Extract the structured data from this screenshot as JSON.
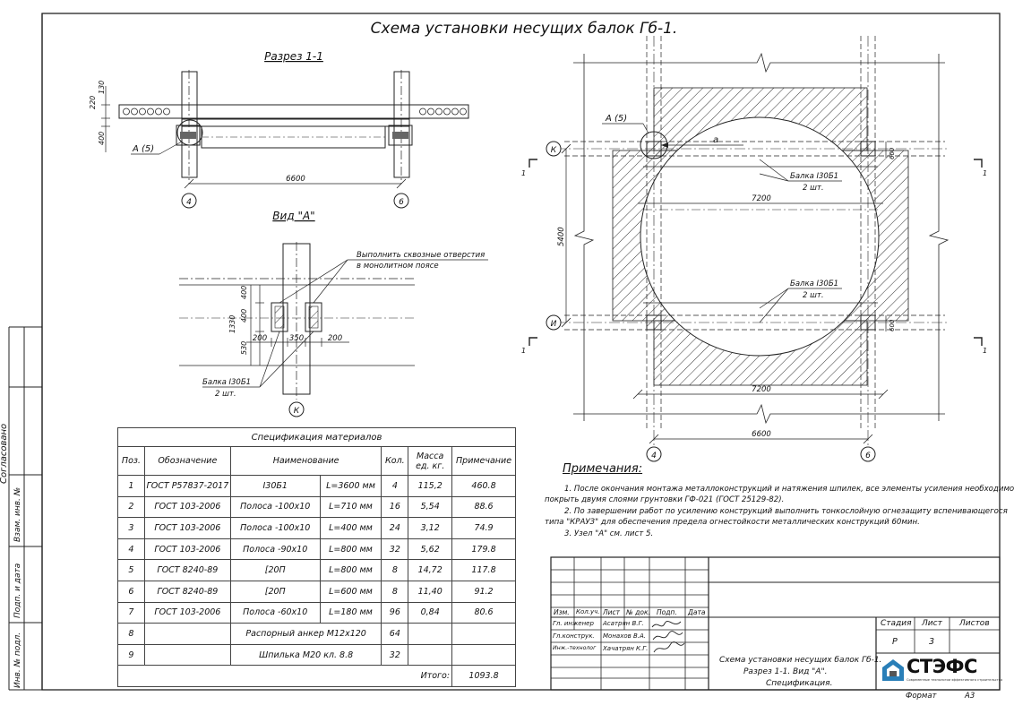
{
  "title": "Схема установки несущих балок Гб-1.",
  "section": {
    "label": "Разрез 1-1",
    "dims": {
      "d220": "220",
      "d130": "130",
      "d400": "400",
      "span": "6600"
    },
    "callout": "А (5)",
    "axes": [
      "4",
      "6"
    ]
  },
  "view": {
    "label": "Вид \"А\"",
    "note_line1": "Выполнить сквозные отверстия",
    "note_line2": "в монолитном поясе",
    "dims": {
      "h1330": "1330",
      "h400a": "400",
      "h400b": "400",
      "h530": "530",
      "w200a": "200",
      "w350": "350",
      "w200b": "200"
    },
    "beam_line1": "Балка I30Б1",
    "beam_line2": "2 шт.",
    "axis": "К"
  },
  "plan": {
    "callout": "А (5)",
    "axis_k": "К",
    "axis_i": "И",
    "axis_4": "4",
    "axis_6": "6",
    "beam1_line1": "Балка I30Б1",
    "beam1_line2": "2 шт.",
    "beam2_line1": "Балка I30Б1",
    "beam2_line2": "2 шт.",
    "dim_7200_top": "7200",
    "dim_7200_bottom": "7200",
    "dim_5400": "5400",
    "dim_6600": "6600",
    "dim_600a": "600",
    "dim_600b": "600",
    "label_a": "а",
    "cut_mark": "1"
  },
  "spec": {
    "title": "Спецификация материалов",
    "headers": [
      "Поз.",
      "Обозначение",
      "Наименование",
      "Кол.",
      "Масса ед. кг.",
      "Примечание"
    ],
    "rows": [
      {
        "pos": "1",
        "code": "ГОСТ Р57837-2017",
        "name": "I30Б1",
        "len": "L=3600 мм",
        "qty": "4",
        "mass": "115,2",
        "note": "460.8"
      },
      {
        "pos": "2",
        "code": "ГОСТ 103-2006",
        "name": "Полоса -100х10",
        "len": "L=710 мм",
        "qty": "16",
        "mass": "5,54",
        "note": "88.6"
      },
      {
        "pos": "3",
        "code": "ГОСТ 103-2006",
        "name": "Полоса -100х10",
        "len": "L=400 мм",
        "qty": "24",
        "mass": "3,12",
        "note": "74.9"
      },
      {
        "pos": "4",
        "code": "ГОСТ 103-2006",
        "name": "Полоса -90х10",
        "len": "L=800 мм",
        "qty": "32",
        "mass": "5,62",
        "note": "179.8"
      },
      {
        "pos": "5",
        "code": "ГОСТ 8240-89",
        "name": "[20П",
        "len": "L=800 мм",
        "qty": "8",
        "mass": "14,72",
        "note": "117.8"
      },
      {
        "pos": "6",
        "code": "ГОСТ 8240-89",
        "name": "[20П",
        "len": "L=600 мм",
        "qty": "8",
        "mass": "11,40",
        "note": "91.2"
      },
      {
        "pos": "7",
        "code": "ГОСТ 103-2006",
        "name": "Полоса -60х10",
        "len": "L=180 мм",
        "qty": "96",
        "mass": "0,84",
        "note": "80.6"
      },
      {
        "pos": "8",
        "code": "",
        "name": "Распорный анкер М12х120",
        "len": "",
        "qty": "64",
        "mass": "",
        "note": ""
      },
      {
        "pos": "9",
        "code": "",
        "name": "Шпилька М20 кл. 8.8",
        "len": "",
        "qty": "32",
        "mass": "",
        "note": ""
      }
    ],
    "total_label": "Итого:",
    "total_value": "1093.8"
  },
  "notes": {
    "title": "Примечания:",
    "line1": "1. После окончания монтажа металлоконструкций и натяжения шпилек, все элементы усиления необходимо",
    "line2": "покрыть двумя слоями грунтовки ГФ-021 (ГОСТ 25129-82).",
    "line3": "2. По завершении работ по усилению конструкций выполнить тонкослойную огнезащиту вспенивающегося",
    "line4": "типа \"КРАУЗ\" для обеспечения предела огнестойкости металлических конструкций 60мин.",
    "line5": "3. Узел \"А\" см. лист 5."
  },
  "stamp": {
    "cols": [
      "Изм.",
      "Кол.уч.",
      "Лист",
      "№ док.",
      "Подп.",
      "Дата"
    ],
    "roles": [
      "Гл. инженер",
      "Гл.конструк.",
      "Инж.-технолог"
    ],
    "names": [
      "Асатрян В.Г.",
      "Монахов В.А.",
      "Хачатрян К.Г."
    ],
    "stage_label": "Стадия",
    "sheet_label": "Лист",
    "sheets_label": "Листов",
    "stage": "Р",
    "sheet": "3",
    "desc1": "Схема установки несущих балок Гб-1.",
    "desc2": "Разрез 1-1. Вид \"А\".",
    "desc3": "Спецификация.",
    "logo": "СТЭФС",
    "logo_sub": "Современные технологии эффективного строительства",
    "format_label": "Формат",
    "format": "А3"
  },
  "side": {
    "agreed": "Согласовано",
    "vzam": "Взам. инв. №",
    "podp": "Подп. и дата",
    "inv": "Инв. № подл."
  }
}
